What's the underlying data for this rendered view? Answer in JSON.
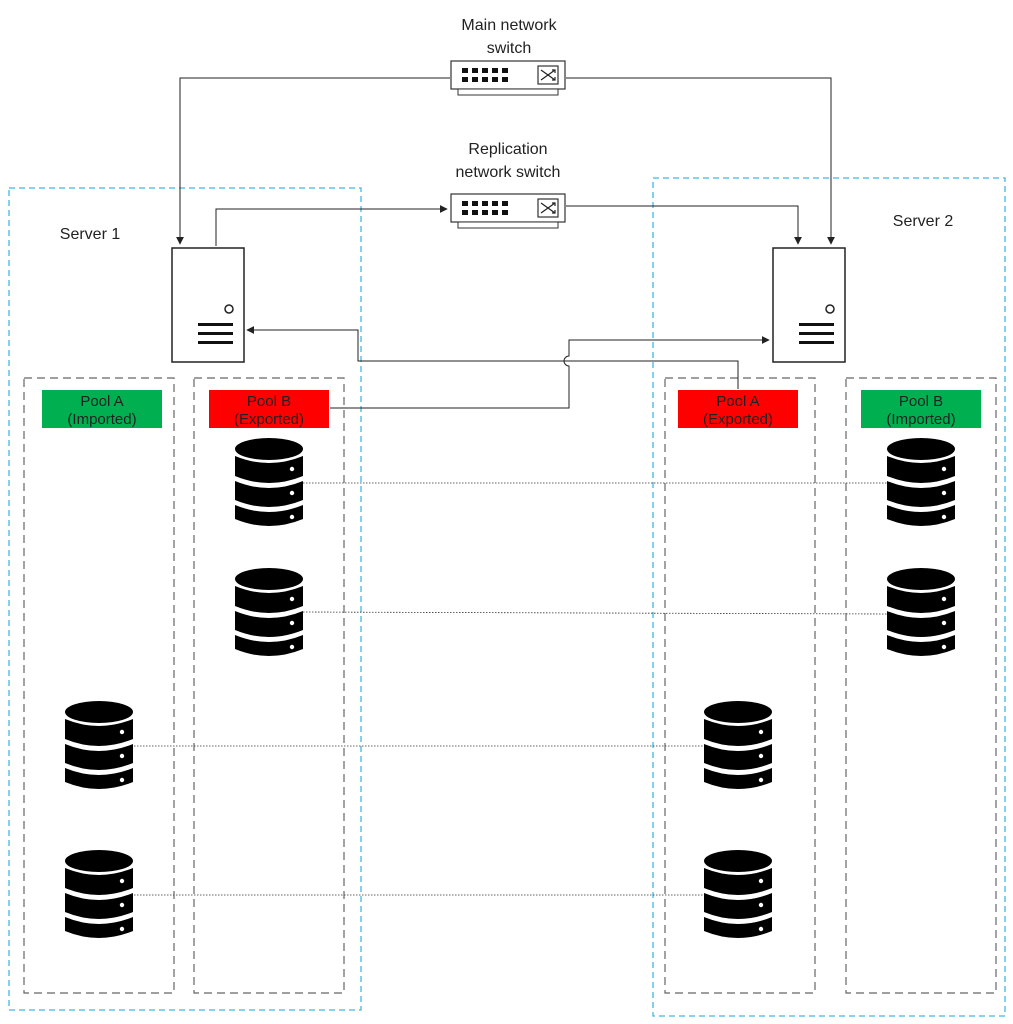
{
  "switches": {
    "main": {
      "line1": "Main network",
      "line2": "switch"
    },
    "replication": {
      "line1": "Replication",
      "line2": "network switch"
    }
  },
  "servers": {
    "server1": {
      "label": "Server 1"
    },
    "server2": {
      "label": "Server 2"
    }
  },
  "pools": {
    "server1_pool_a": {
      "name": "Pool A",
      "status": "(Imported)",
      "color": "#00b050"
    },
    "server1_pool_b": {
      "name": "Pool B",
      "status": "(Exported)",
      "color": "#ff0000"
    },
    "server2_pool_a": {
      "name": "Pool A",
      "status": "(Exported)",
      "color": "#ff0000"
    },
    "server2_pool_b": {
      "name": "Pool B",
      "status": "(Imported)",
      "color": "#00b050"
    }
  },
  "colors": {
    "server_boundary": "#41b6e6",
    "pool_boundary": "#666666",
    "link": "#222222",
    "disk": "#000000"
  },
  "icons": {
    "switch": "network-switch-icon",
    "server": "server-tower-icon",
    "disk": "database-disk-icon"
  }
}
